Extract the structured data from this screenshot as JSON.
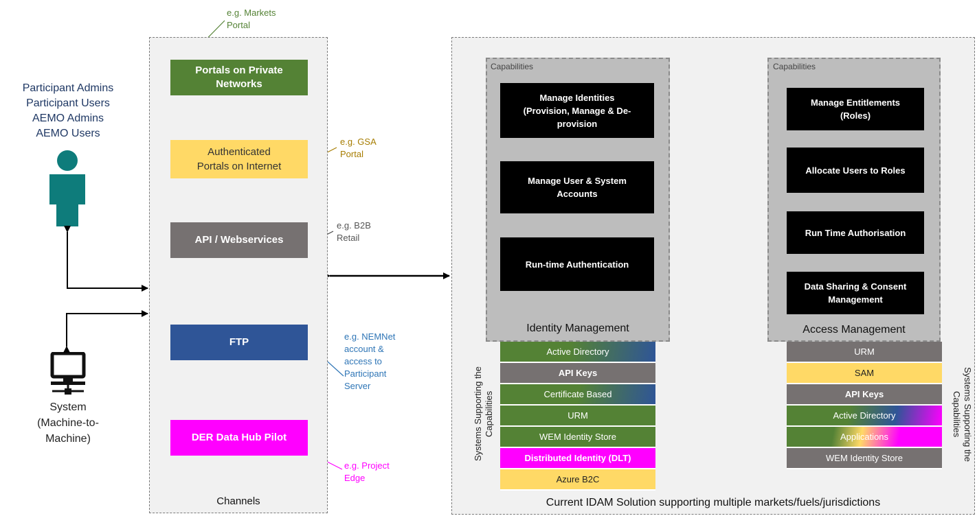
{
  "actors": {
    "roles": [
      "Participant Admins",
      "Participant Users",
      "AEMO Admins",
      "AEMO Users"
    ],
    "system_label": [
      "System",
      "(Machine-to-",
      "Machine)"
    ]
  },
  "channels": {
    "title": "Channels",
    "items": [
      {
        "label": [
          "Portals on Private",
          "Networks"
        ],
        "note": [
          "e.g. Markets",
          "Portal"
        ],
        "color": "#548235",
        "note_color": "#548235"
      },
      {
        "label": [
          "Authenticated",
          "Portals on Internet"
        ],
        "note": [
          "e.g. GSA",
          "Portal"
        ],
        "color": "#ffd966",
        "note_color": "#a67c00"
      },
      {
        "label": [
          "API / Webservices"
        ],
        "note": [
          "e.g. B2B",
          "Retail"
        ],
        "color": "#767171",
        "note_color": "#555555"
      },
      {
        "label": [
          "FTP"
        ],
        "note": [
          "e.g. NEMNet",
          "account &",
          "access to",
          "Participant",
          "Server"
        ],
        "color": "#2f5597",
        "note_color": "#2e75b6"
      },
      {
        "label": [
          "DER Data Hub Pilot"
        ],
        "note": [
          "e.g. Project",
          "Edge"
        ],
        "color": "#ff00ff",
        "note_color": "#ff00ff"
      }
    ]
  },
  "idam": {
    "title": "Current IDAM Solution supporting multiple markets/fuels/jurisdictions",
    "identity": {
      "capabilities_label": "Capabilities",
      "title": "Identity Management",
      "capabilities": [
        [
          "Manage Identities",
          "(Provision, Manage & De-",
          "provision"
        ],
        [
          "Manage User & System",
          "Accounts"
        ],
        [
          "Run-time Authentication"
        ]
      ],
      "systems_label": [
        "Systems Supporting the",
        "Capabilities"
      ],
      "systems": [
        "Active Directory",
        "API Keys",
        "Certificate Based",
        "URM",
        "WEM Identity Store",
        "Distributed Identity (DLT)",
        "Azure B2C"
      ]
    },
    "access": {
      "capabilities_label": "Capabilities",
      "title": "Access Management",
      "capabilities": [
        [
          "Manage Entitlements",
          "(Roles)"
        ],
        [
          "Allocate Users to Roles"
        ],
        [
          "Run Time Authorisation"
        ],
        [
          "Data Sharing & Consent",
          "Management"
        ]
      ],
      "systems_label": [
        "Systems Supporting the",
        "Capabilities"
      ],
      "systems": [
        "URM",
        "SAM",
        "API Keys",
        "Active Directory",
        "Applications",
        "WEM Identity Store"
      ]
    }
  },
  "colors": {
    "person": "#0e7c7b",
    "green": "#548235",
    "grey": "#767171",
    "yellow": "#ffd966",
    "magenta": "#ff00ff",
    "blue": "#2f5597"
  }
}
